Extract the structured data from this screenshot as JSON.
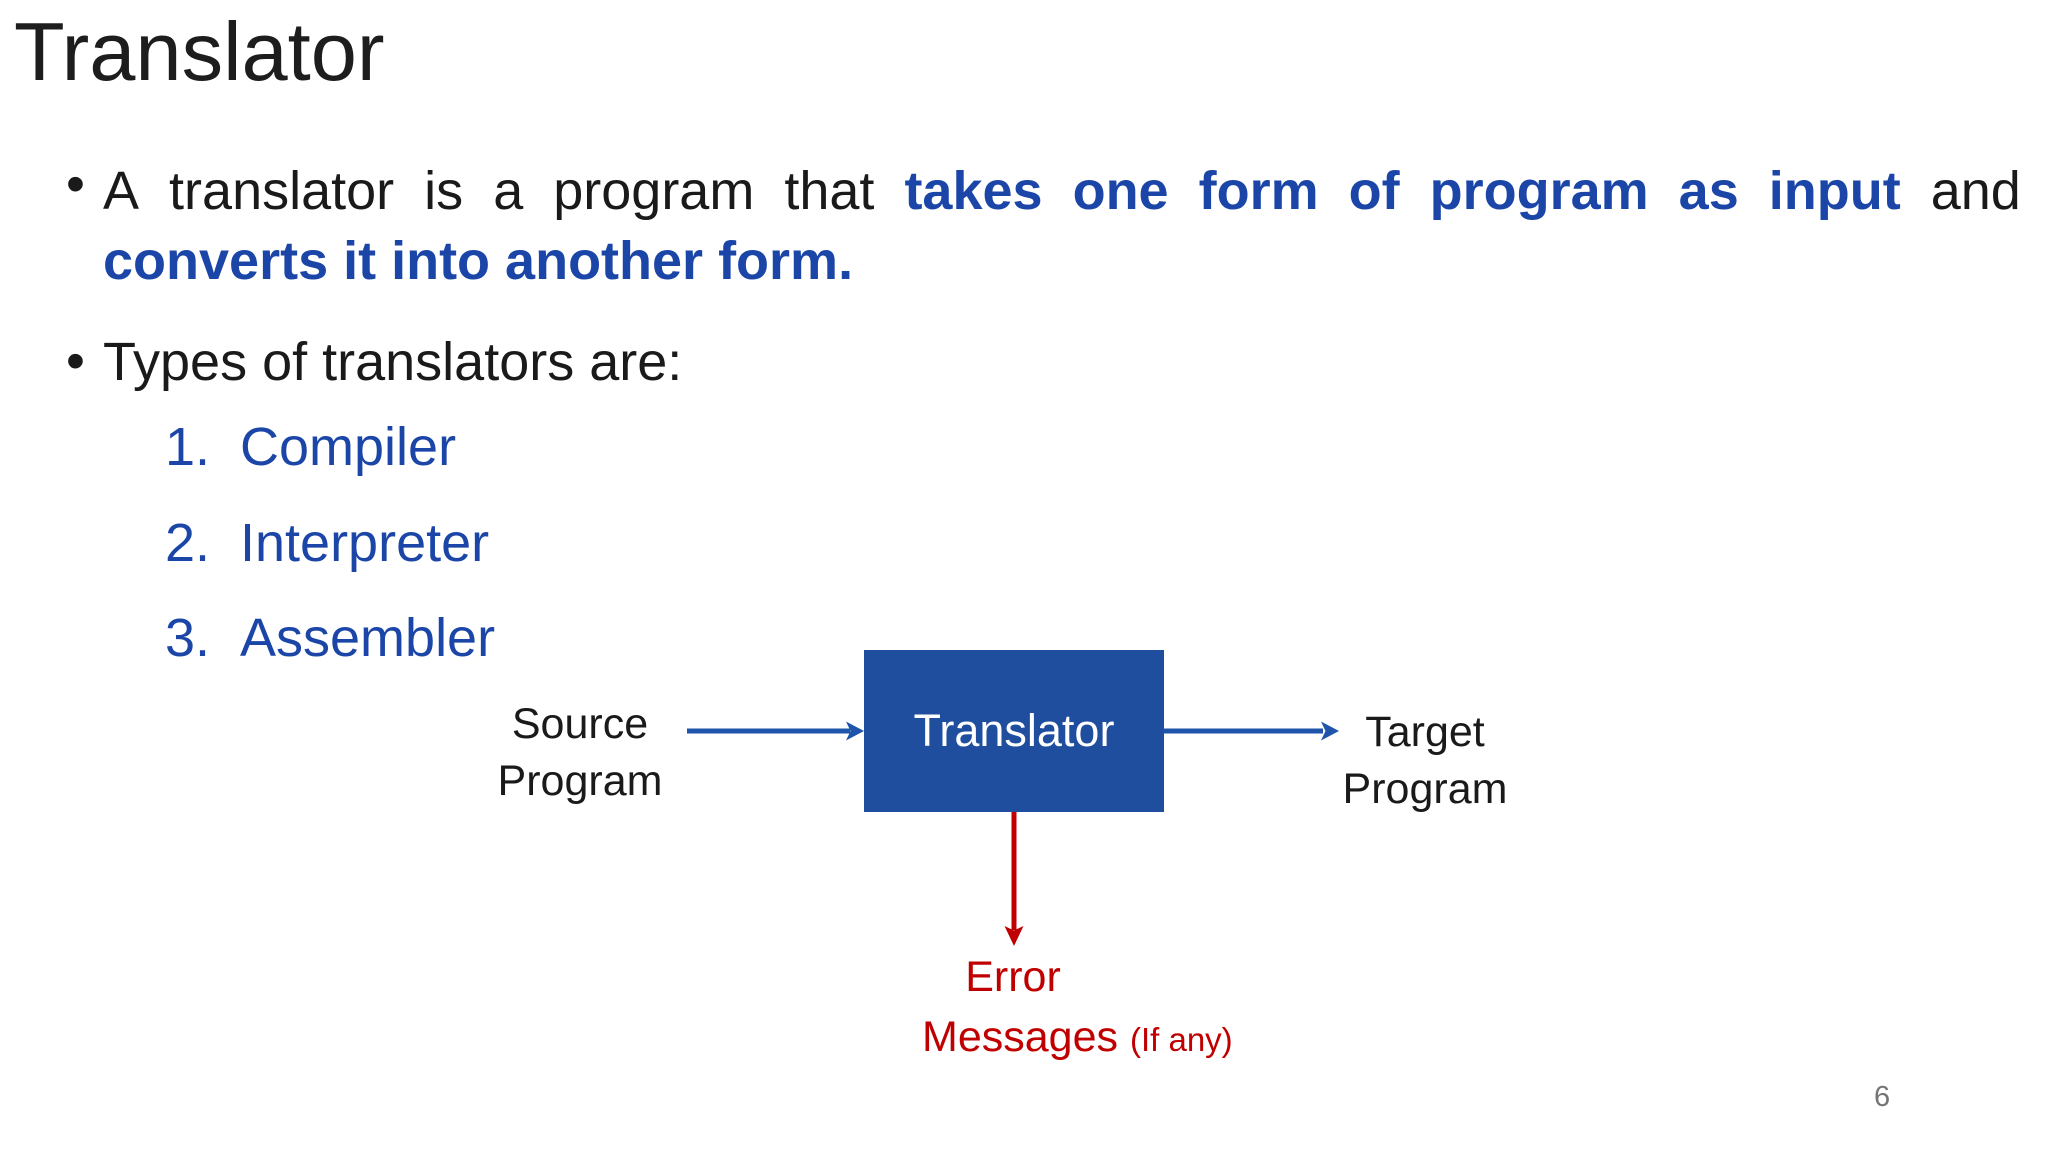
{
  "slide": {
    "title": "Translator",
    "page_number": "6"
  },
  "bullets": {
    "bullet_glyph": "•",
    "b1_line1_words": [
      {
        "t": "A"
      },
      {
        "t": "translator"
      },
      {
        "t": "is"
      },
      {
        "t": "a"
      },
      {
        "t": "program"
      },
      {
        "t": "that"
      },
      {
        "t": "takes",
        "hl": true
      },
      {
        "t": "one",
        "hl": true
      },
      {
        "t": "form",
        "hl": true
      },
      {
        "t": "of",
        "hl": true
      },
      {
        "t": "program",
        "hl": true
      },
      {
        "t": "as",
        "hl": true
      },
      {
        "t": "input",
        "hl": true
      },
      {
        "t": "and"
      }
    ],
    "b1_line2": "converts it into another form.",
    "b2_text": "Types of translators are:",
    "list": [
      {
        "num": "1.",
        "label": "Compiler"
      },
      {
        "num": "2.",
        "label": "Interpreter"
      },
      {
        "num": "3.",
        "label": "Assembler"
      }
    ]
  },
  "diagram": {
    "source_label": [
      "Source",
      "Program"
    ],
    "box_label": "Translator",
    "target_label": [
      "Target",
      "Program"
    ],
    "error_line1": "Error",
    "error_line2": "Messages",
    "error_note": "(If any)"
  },
  "colors": {
    "text_black": "#1a1a1a",
    "accent_blue": "#1b46a8",
    "box_blue": "#1f4e9e",
    "arrow_blue": "#1e55aa",
    "error_red": "#c00000",
    "page_gray": "#757575",
    "background": "#ffffff"
  }
}
